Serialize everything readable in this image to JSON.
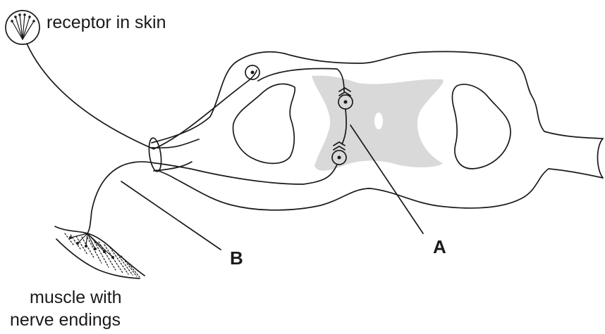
{
  "labels": {
    "receptor": "receptor in skin",
    "muscle_line1": "muscle with",
    "muscle_line2": "nerve endings",
    "label_a": "A",
    "label_b": "B"
  },
  "colors": {
    "ink": "#1a1a1a",
    "grey_matter": "#d9d9d9",
    "background": "#ffffff"
  }
}
